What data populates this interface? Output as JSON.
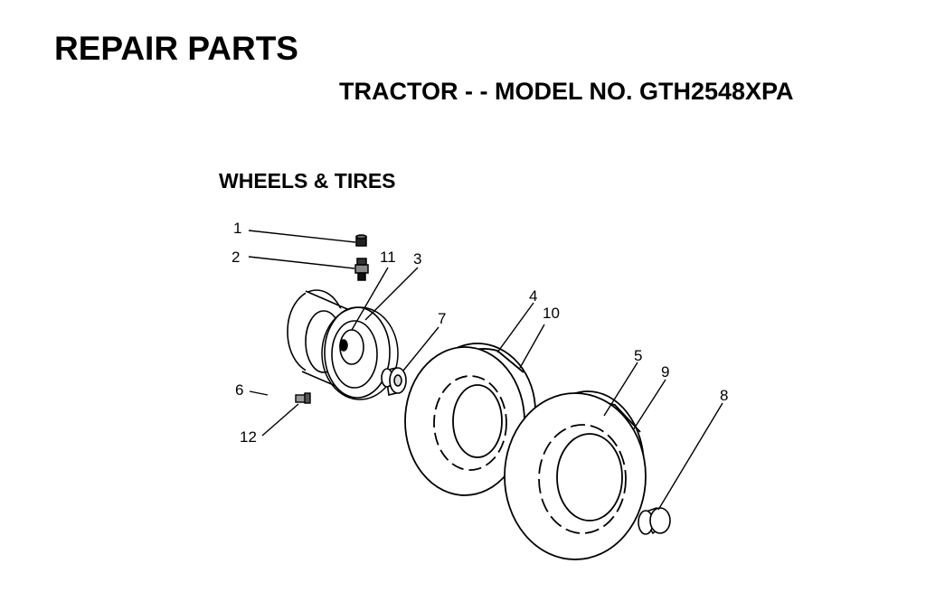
{
  "header": {
    "title": "REPAIR PARTS",
    "model_line": "TRACTOR - - MODEL NO. GTH2548XPA"
  },
  "section": {
    "title": "WHEELS & TIRES"
  },
  "callouts": {
    "c1": "1",
    "c2": "2",
    "c3": "3",
    "c4": "4",
    "c5": "5",
    "c6": "6",
    "c7": "7",
    "c8": "8",
    "c9": "9",
    "c10": "10",
    "c11": "11",
    "c12": "12"
  }
}
